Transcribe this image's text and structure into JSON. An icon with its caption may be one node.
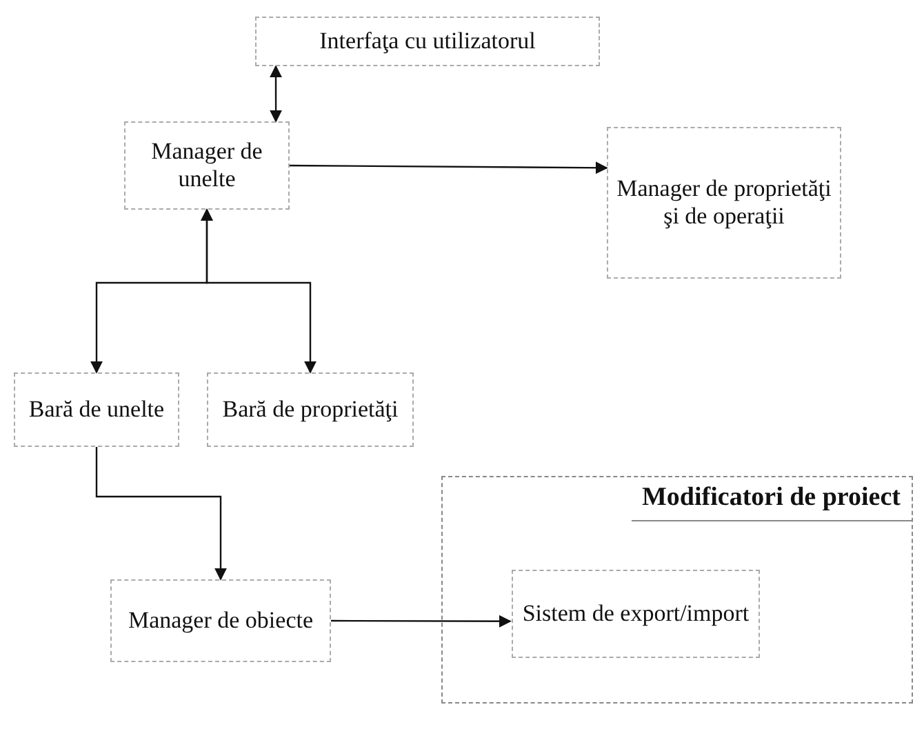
{
  "diagram": {
    "nodes": [
      {
        "text": [
          "Interfaţa cu utilizatorul"
        ]
      },
      {
        "text": [
          "Manager de unelte"
        ]
      },
      {
        "text": [
          "Manager de proprietăţi şi de operaţii"
        ]
      },
      {
        "text": [
          "Bară de unelte"
        ]
      },
      {
        "text": [
          "Bară de proprietăţi"
        ]
      },
      {
        "text": [
          "Modificatori de proiect"
        ]
      },
      {
        "text": [
          "Manager de obiecte"
        ]
      },
      {
        "text": [
          "Sistem de export/import"
        ],
        "in": 5
      }
    ],
    "edges": [
      {
        "from": 0,
        "to": 1,
        "arrow": "both"
      },
      {
        "from": 1,
        "to": 2,
        "arrow": "to"
      },
      {
        "from": 1,
        "to": 3,
        "arrow": "both"
      },
      {
        "from": 1,
        "to": 4,
        "arrow": "both"
      },
      {
        "from": 3,
        "to": 6,
        "arrow": "to"
      },
      {
        "from": 6,
        "to": 7,
        "arrow": "to"
      }
    ]
  }
}
